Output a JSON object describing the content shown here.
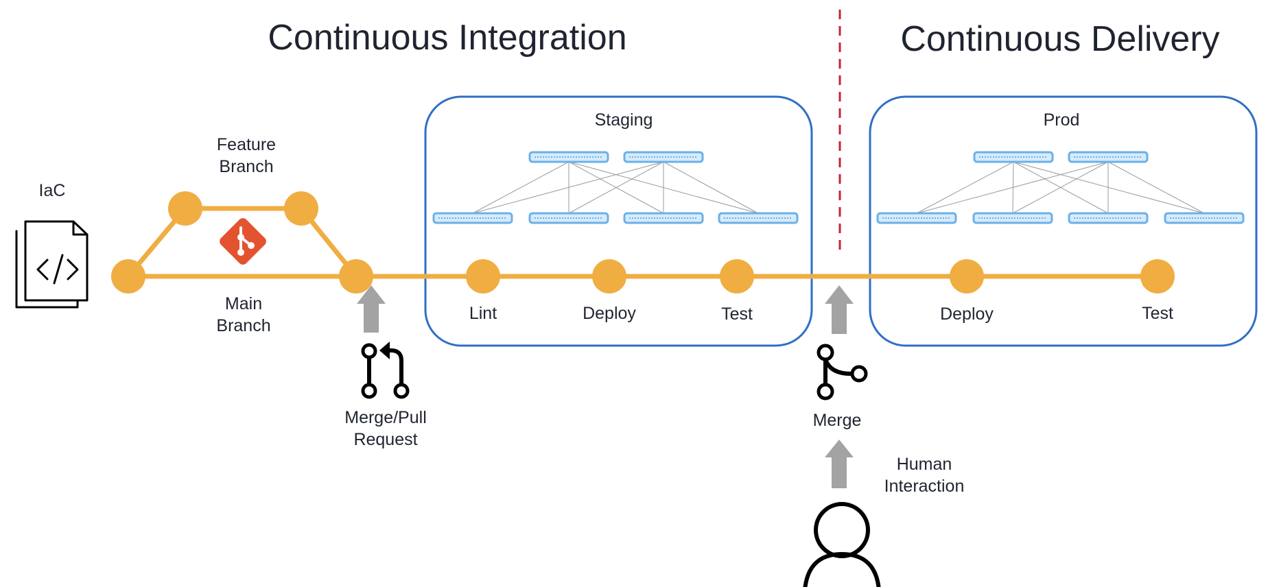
{
  "headings": {
    "ci": "Continuous Integration",
    "cd": "Continuous Delivery"
  },
  "source": {
    "iac_label": "IaC",
    "feature_branch": [
      "Feature",
      "Branch"
    ],
    "main_branch": [
      "Main",
      "Branch"
    ]
  },
  "triggers": {
    "merge_pull_request": [
      "Merge/Pull",
      "Request"
    ],
    "merge": "Merge",
    "human_interaction": [
      "Human",
      "Interaction"
    ]
  },
  "staging": {
    "title": "Staging",
    "steps": [
      "Lint",
      "Deploy",
      "Test"
    ]
  },
  "prod": {
    "title": "Prod",
    "steps": [
      "Deploy",
      "Test"
    ]
  },
  "colors": {
    "pipeline": "#f0ad42",
    "stage_border": "#2f6fc4",
    "switch": "#6bb0e8",
    "divider": "#c0272d",
    "arrow": "#a3a3a3",
    "git_logo": "#e4532f"
  },
  "icons": {
    "source_file": "code-file-icon",
    "git_logo": "git-logo-icon",
    "pull_request": "pull-request-icon",
    "merge": "merge-icon",
    "person": "person-icon",
    "switch": "network-switch-icon"
  }
}
